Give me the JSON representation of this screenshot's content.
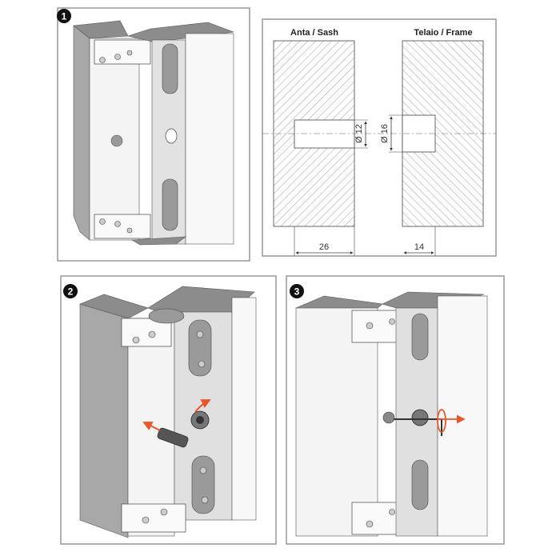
{
  "steps": [
    {
      "number": "1"
    },
    {
      "number": "2"
    },
    {
      "number": "3"
    }
  ],
  "drawing": {
    "sash_label": "Anta / Sash",
    "frame_label": "Telaio / Frame",
    "sash_hole_diameter": "Ø 12",
    "frame_hole_diameter": "Ø 16",
    "sash_depth": "26",
    "frame_depth": "14"
  },
  "colors": {
    "arrow": "#e8562a",
    "panel_border": "#888888",
    "metal": "#9a9a9a"
  }
}
